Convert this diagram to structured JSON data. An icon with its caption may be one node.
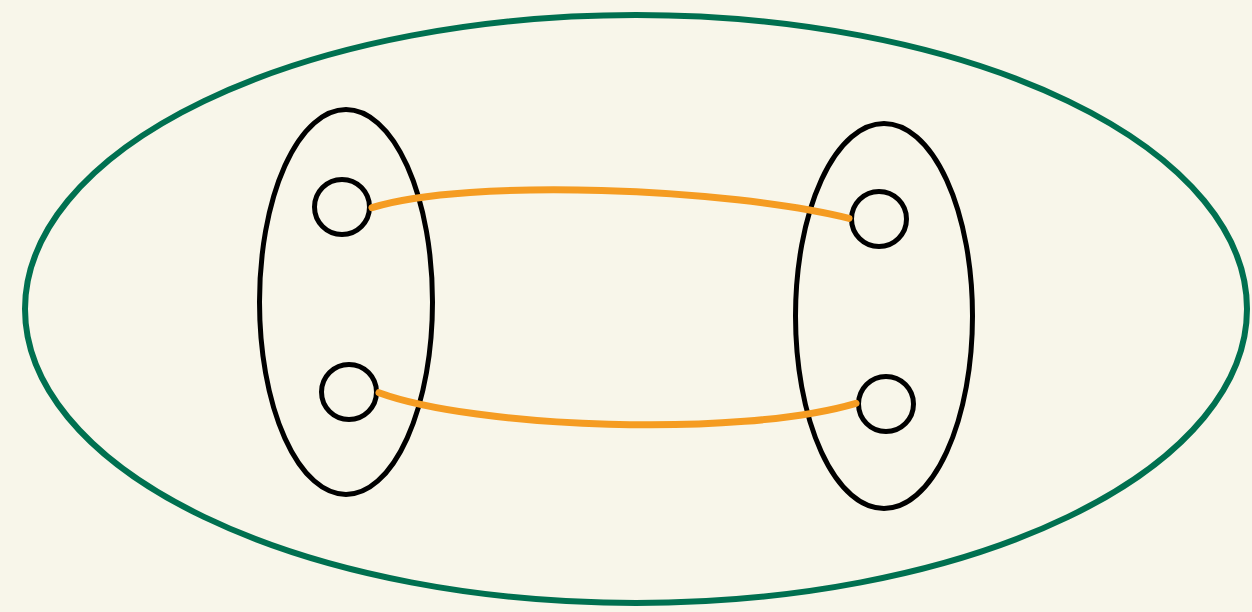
{
  "diagram": {
    "nodes": [
      {
        "text": [],
        "shape": "ellipse"
      },
      {
        "text": [],
        "shape": "ellipse",
        "in": 0
      },
      {
        "text": [],
        "shape": "circle",
        "in": 1
      },
      {
        "text": [],
        "shape": "circle",
        "in": 1
      },
      {
        "text": [],
        "shape": "ellipse",
        "in": 0
      },
      {
        "text": [],
        "shape": "circle",
        "in": 4
      },
      {
        "text": [],
        "shape": "circle",
        "in": 4
      }
    ],
    "edges": [
      {
        "from": 2,
        "to": 5,
        "arrow": "none"
      },
      {
        "from": 3,
        "to": 6,
        "arrow": "none"
      }
    ]
  }
}
